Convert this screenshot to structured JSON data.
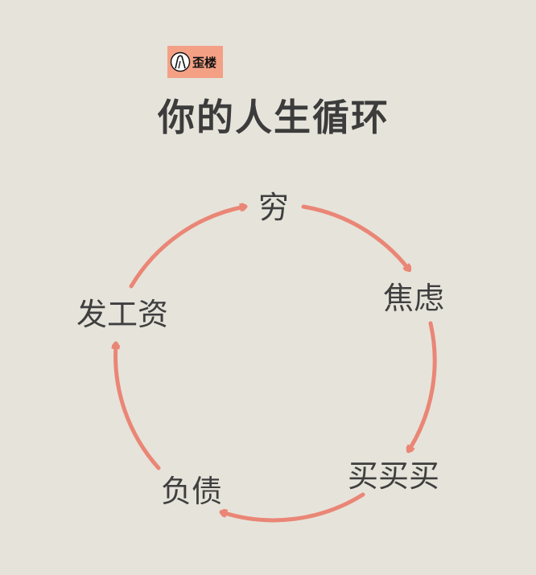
{
  "logo": {
    "icon": "tilted-building-logo-icon",
    "text": "歪楼",
    "color": "#f4a085"
  },
  "title": "你的人生循环",
  "cycle": {
    "arrow_color": "#ea8676",
    "text_color": "#3f3f3f",
    "background": "#e6e3da",
    "nodes": [
      {
        "id": "poor",
        "label": "穷"
      },
      {
        "id": "anxiety",
        "label": "焦虑"
      },
      {
        "id": "buy",
        "label": "买买买"
      },
      {
        "id": "debt",
        "label": "负债"
      },
      {
        "id": "payday",
        "label": "发工资"
      }
    ]
  }
}
